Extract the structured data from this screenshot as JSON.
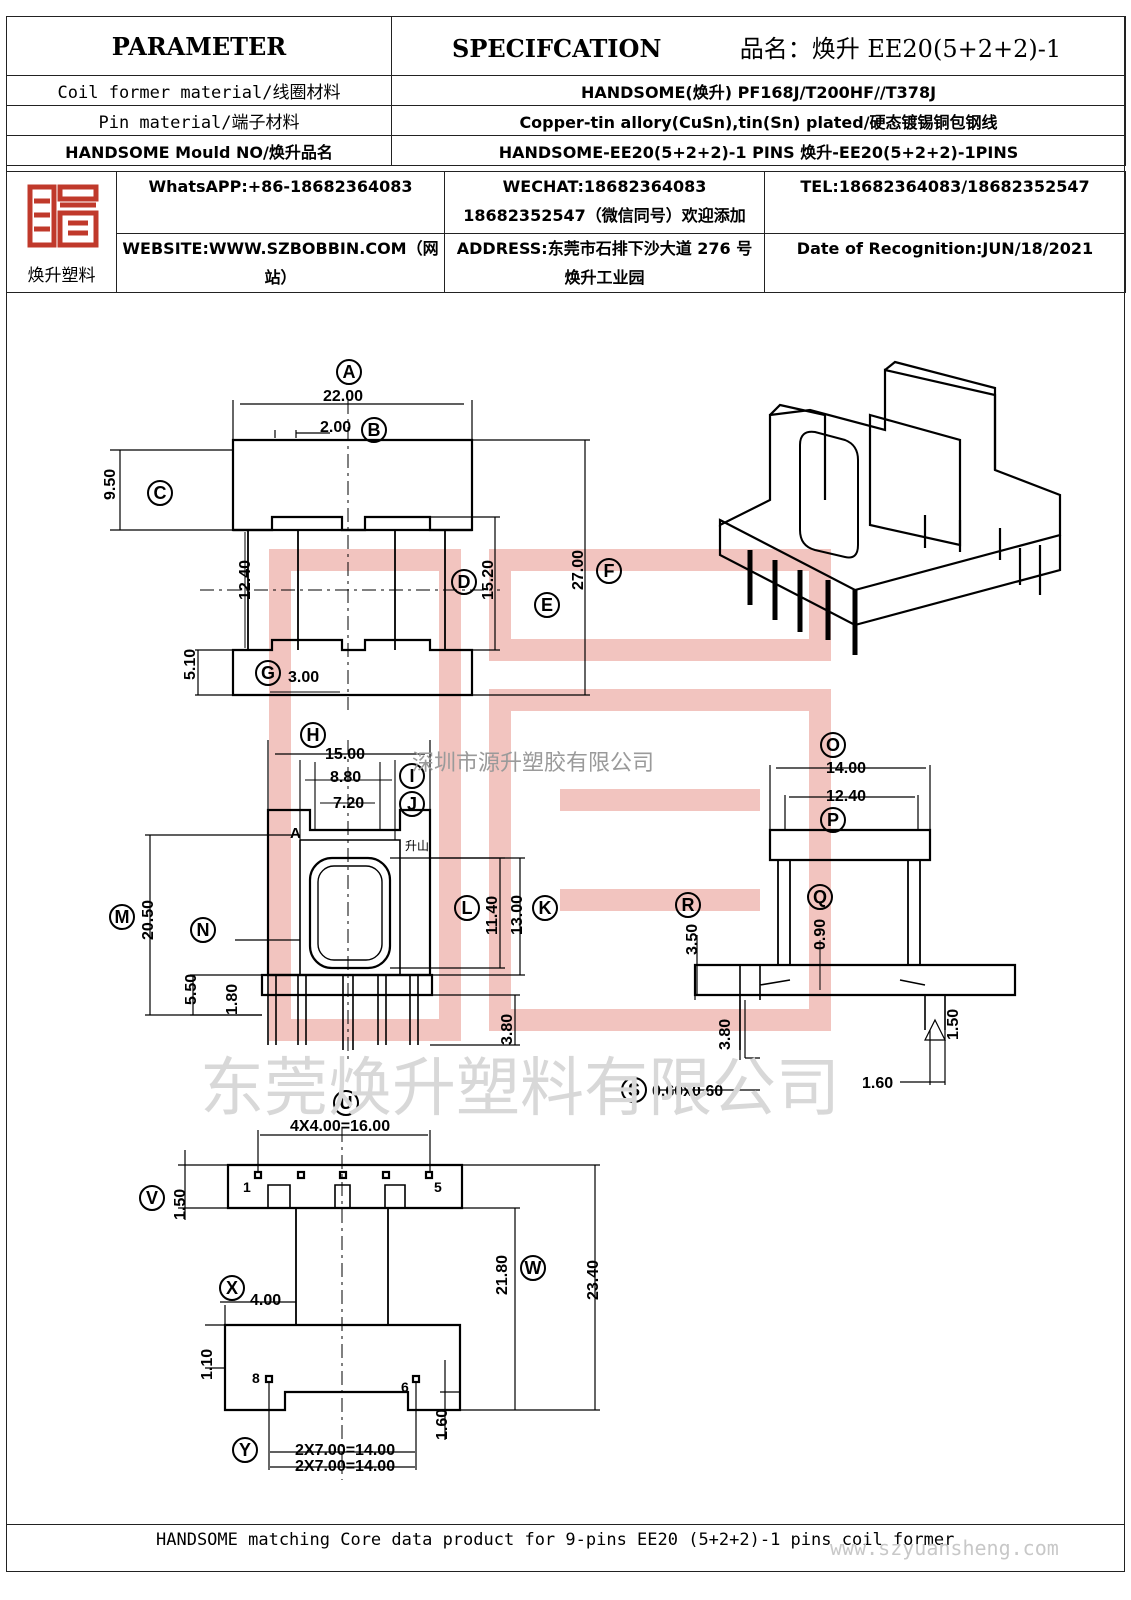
{
  "header": {
    "parameter": "PARAMETER",
    "specification": "SPECIFCATION",
    "product_name": "品名：焕升 EE20(5+2+2)-1",
    "rows": [
      {
        "label": "Coil former material/线圈材料",
        "value": "HANDSOME(焕升)   PF168J/T200HF//T378J"
      },
      {
        "label": "Pin material/端子材料",
        "value": "Copper-tin allory(CuSn),tin(Sn) plated/硬态镀锡铜包钢线"
      },
      {
        "label": "HANDSOME Mould NO/焕升品名",
        "value": "HANDSOME-EE20(5+2+2)-1 PINS   焕升-EE20(5+2+2)-1PINS"
      }
    ]
  },
  "company": {
    "logo_caption": "焕升塑料",
    "whatsapp": "WhatsAPP:+86-18682364083",
    "wechat": "WECHAT:18682364083 18682352547（微信同号）欢迎添加",
    "tel": "TEL:18682364083/18682352547",
    "website": "WEBSITE:WWW.SZBOBBIN.COM（网站）",
    "address": "ADDRESS:东莞市石排下沙大道 276 号焕升工业园",
    "date": "Date of Recognition:JUN/18/2021"
  },
  "drawing": {
    "watermark_cn": "深圳市源升塑胶有限公司",
    "watermark_big": "东莞焕升塑料有限公司",
    "dimensions": {
      "A": "22.00",
      "B": "2.00",
      "C": "9.50",
      "D": "15.20",
      "E": "27.00",
      "F": "27.00",
      "G": "3.00",
      "h12": "12.40",
      "h5": "5.10",
      "H": "15.00",
      "I": "8.80",
      "J": "7.20",
      "K": "13.00",
      "L": "11.40",
      "M": "20.50",
      "N": "5.50",
      "n180": "1.80",
      "k380": "3.80",
      "O": "14.00",
      "P": "12.40",
      "Q": "0.90",
      "R": "3.50",
      "r380": "3.80",
      "r150": "1.50",
      "r160": "1.60",
      "S": "0.60x0.60",
      "U": "4X4.00=16.00",
      "V": "1.50",
      "W": "21.80",
      "w2340": "23.40",
      "X": "4.00",
      "x110": "1.10",
      "x160": "1.60",
      "Y": "2X7.00=14.00"
    },
    "letters": [
      "A",
      "B",
      "C",
      "D",
      "E",
      "F",
      "G",
      "H",
      "I",
      "J",
      "K",
      "L",
      "M",
      "N",
      "O",
      "P",
      "Q",
      "R",
      "S",
      "U",
      "V",
      "W",
      "X",
      "Y"
    ],
    "pin_numbers": [
      "1",
      "5",
      "8",
      "6"
    ],
    "mark_a": "A",
    "mark_shan": "升山"
  },
  "footer": {
    "text": "HANDSOME matching Core data  product for 9-pins EE20 (5+2+2)-1 pins coil former",
    "url": "www.szyuansheng.com"
  }
}
